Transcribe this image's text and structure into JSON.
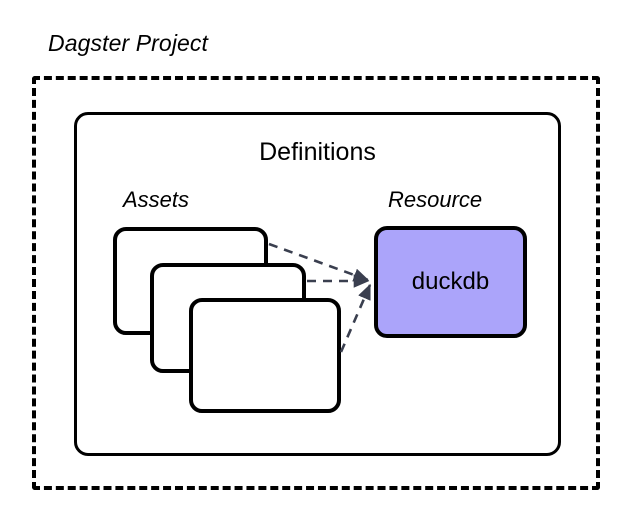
{
  "diagram": {
    "type": "architecture-block-diagram",
    "title": "Dagster Project",
    "background_color": "#ffffff",
    "project": {
      "label": "Dagster Project",
      "border_style": "dashed",
      "border_color": "#000000"
    },
    "definitions": {
      "label": "Definitions",
      "border_style": "solid",
      "border_color": "#000000"
    },
    "groups": [
      {
        "name": "assets-group",
        "label": "Assets"
      },
      {
        "name": "resource-group",
        "label": "Resource"
      }
    ],
    "assets": {
      "label": "Assets",
      "count": 3,
      "cards": [
        {
          "name": "asset-card-1",
          "label": ""
        },
        {
          "name": "asset-card-2",
          "label": ""
        },
        {
          "name": "asset-card-3",
          "label": ""
        }
      ],
      "card_fill": "#ffffff",
      "card_border": "#000000"
    },
    "resource": {
      "label": "Resource",
      "name": "duckdb",
      "fill_color": "#ABA4FA",
      "border_color": "#000000"
    },
    "connectors": {
      "style": "dashed",
      "color": "#3a3f4f",
      "arrow": true,
      "count": 3,
      "edges": [
        {
          "from": "asset-card-1",
          "to": "duckdb"
        },
        {
          "from": "asset-card-2",
          "to": "duckdb"
        },
        {
          "from": "asset-card-3",
          "to": "duckdb"
        }
      ]
    }
  }
}
